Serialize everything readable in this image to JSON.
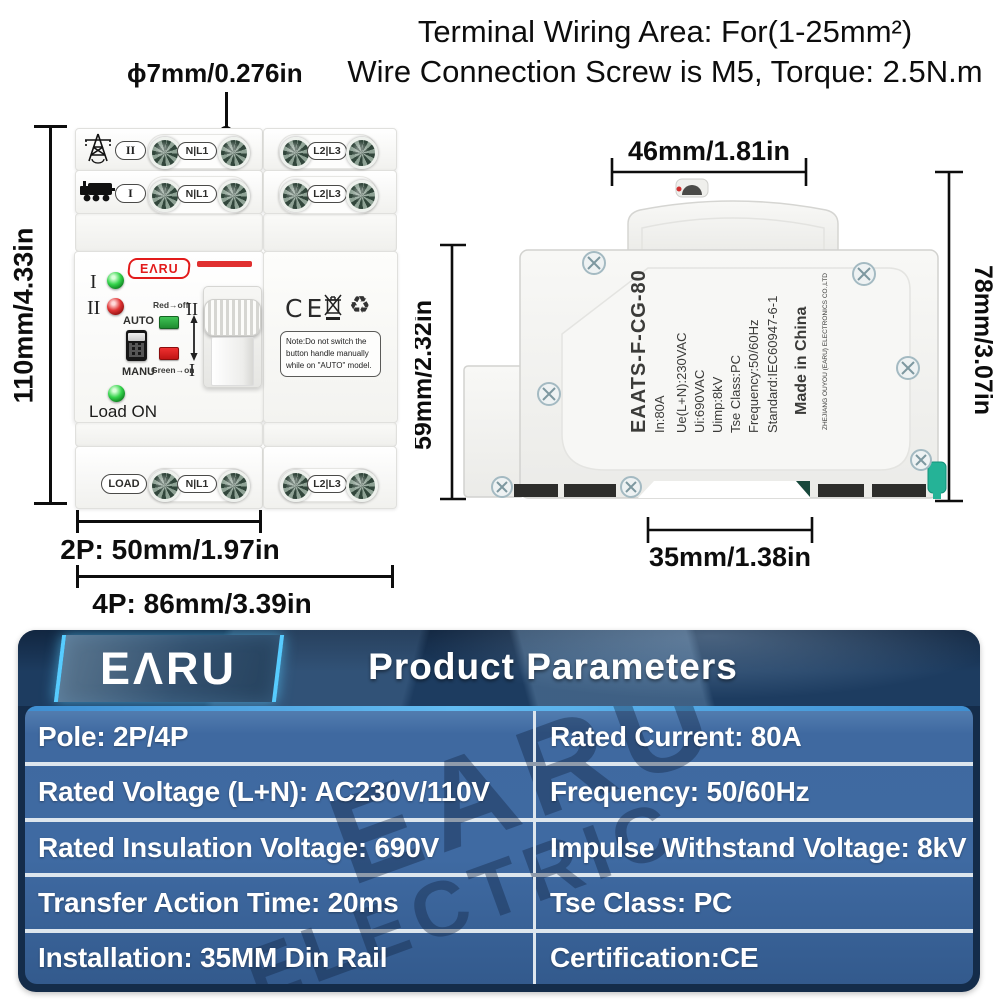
{
  "top_note": {
    "line1": "Terminal Wiring Area: For(1-25mm²)",
    "line2": "Wire Connection Screw is M5, Torque: 2.5N.m"
  },
  "front_view": {
    "dims": {
      "height": "110mm/4.33in",
      "hole": "ϕ7mm/0.276in",
      "width_2p": "2P: 50mm/1.97in",
      "width_4p": "4P: 86mm/3.39in"
    },
    "terminals": {
      "source2": "II",
      "source1": "I",
      "nl1": "N|L1",
      "l2l3": "L2|L3",
      "load": "LOAD"
    },
    "panel": {
      "brand": "EΛRU",
      "led1": "I",
      "led2": "II",
      "auto": "AUTO",
      "manu": "MANU",
      "red_off": "Red→off",
      "green_on": "Green→on",
      "pos_top": "II",
      "pos_bottom": "I",
      "ce_mark": "CE",
      "recycle": "♻",
      "note": "Note:Do not switch the button handle manually while on \"AUTO\" model.",
      "load_on": "Load ON"
    }
  },
  "side_view": {
    "dims": {
      "width": "46mm/1.81in",
      "height": "78mm/3.07in",
      "depth": "59mm/2.32in",
      "rail": "35mm/1.38in"
    },
    "labels": [
      "EAATS-F-CG-80",
      "In:80A",
      "Ue(L+N):230VAC",
      "Ui:690VAC",
      "Uimp:8kV",
      "Tse Class:PC",
      "Frequency:50/60Hz",
      "Standard:IEC60947-6-1",
      "Made in China",
      "ZHEJIANG OUYOU (EARU)  ELECTRONICS CO.,LTD"
    ]
  },
  "table": {
    "brand": "EΛRU",
    "title": "Product Parameters",
    "watermark_line1": "EARU",
    "watermark_line2": "ELECTRIC",
    "accent_color": "#57ccff",
    "header_bg": "#1d3c60",
    "row_bg": "#3f6aa2",
    "rows": [
      {
        "left": "Pole: 2P/4P",
        "right": "Rated Current: 80A"
      },
      {
        "left": "Rated Voltage (L+N): AC230V/110V",
        "right": "Frequency: 50/60Hz"
      },
      {
        "left": "Rated Insulation Voltage: 690V",
        "right": "Impulse Withstand Voltage: 8kV"
      },
      {
        "left": "Transfer Action Time: 20ms",
        "right": "Tse Class: PC"
      },
      {
        "left": "Installation: 35MM Din Rail",
        "right": "Certification:CE"
      }
    ]
  }
}
